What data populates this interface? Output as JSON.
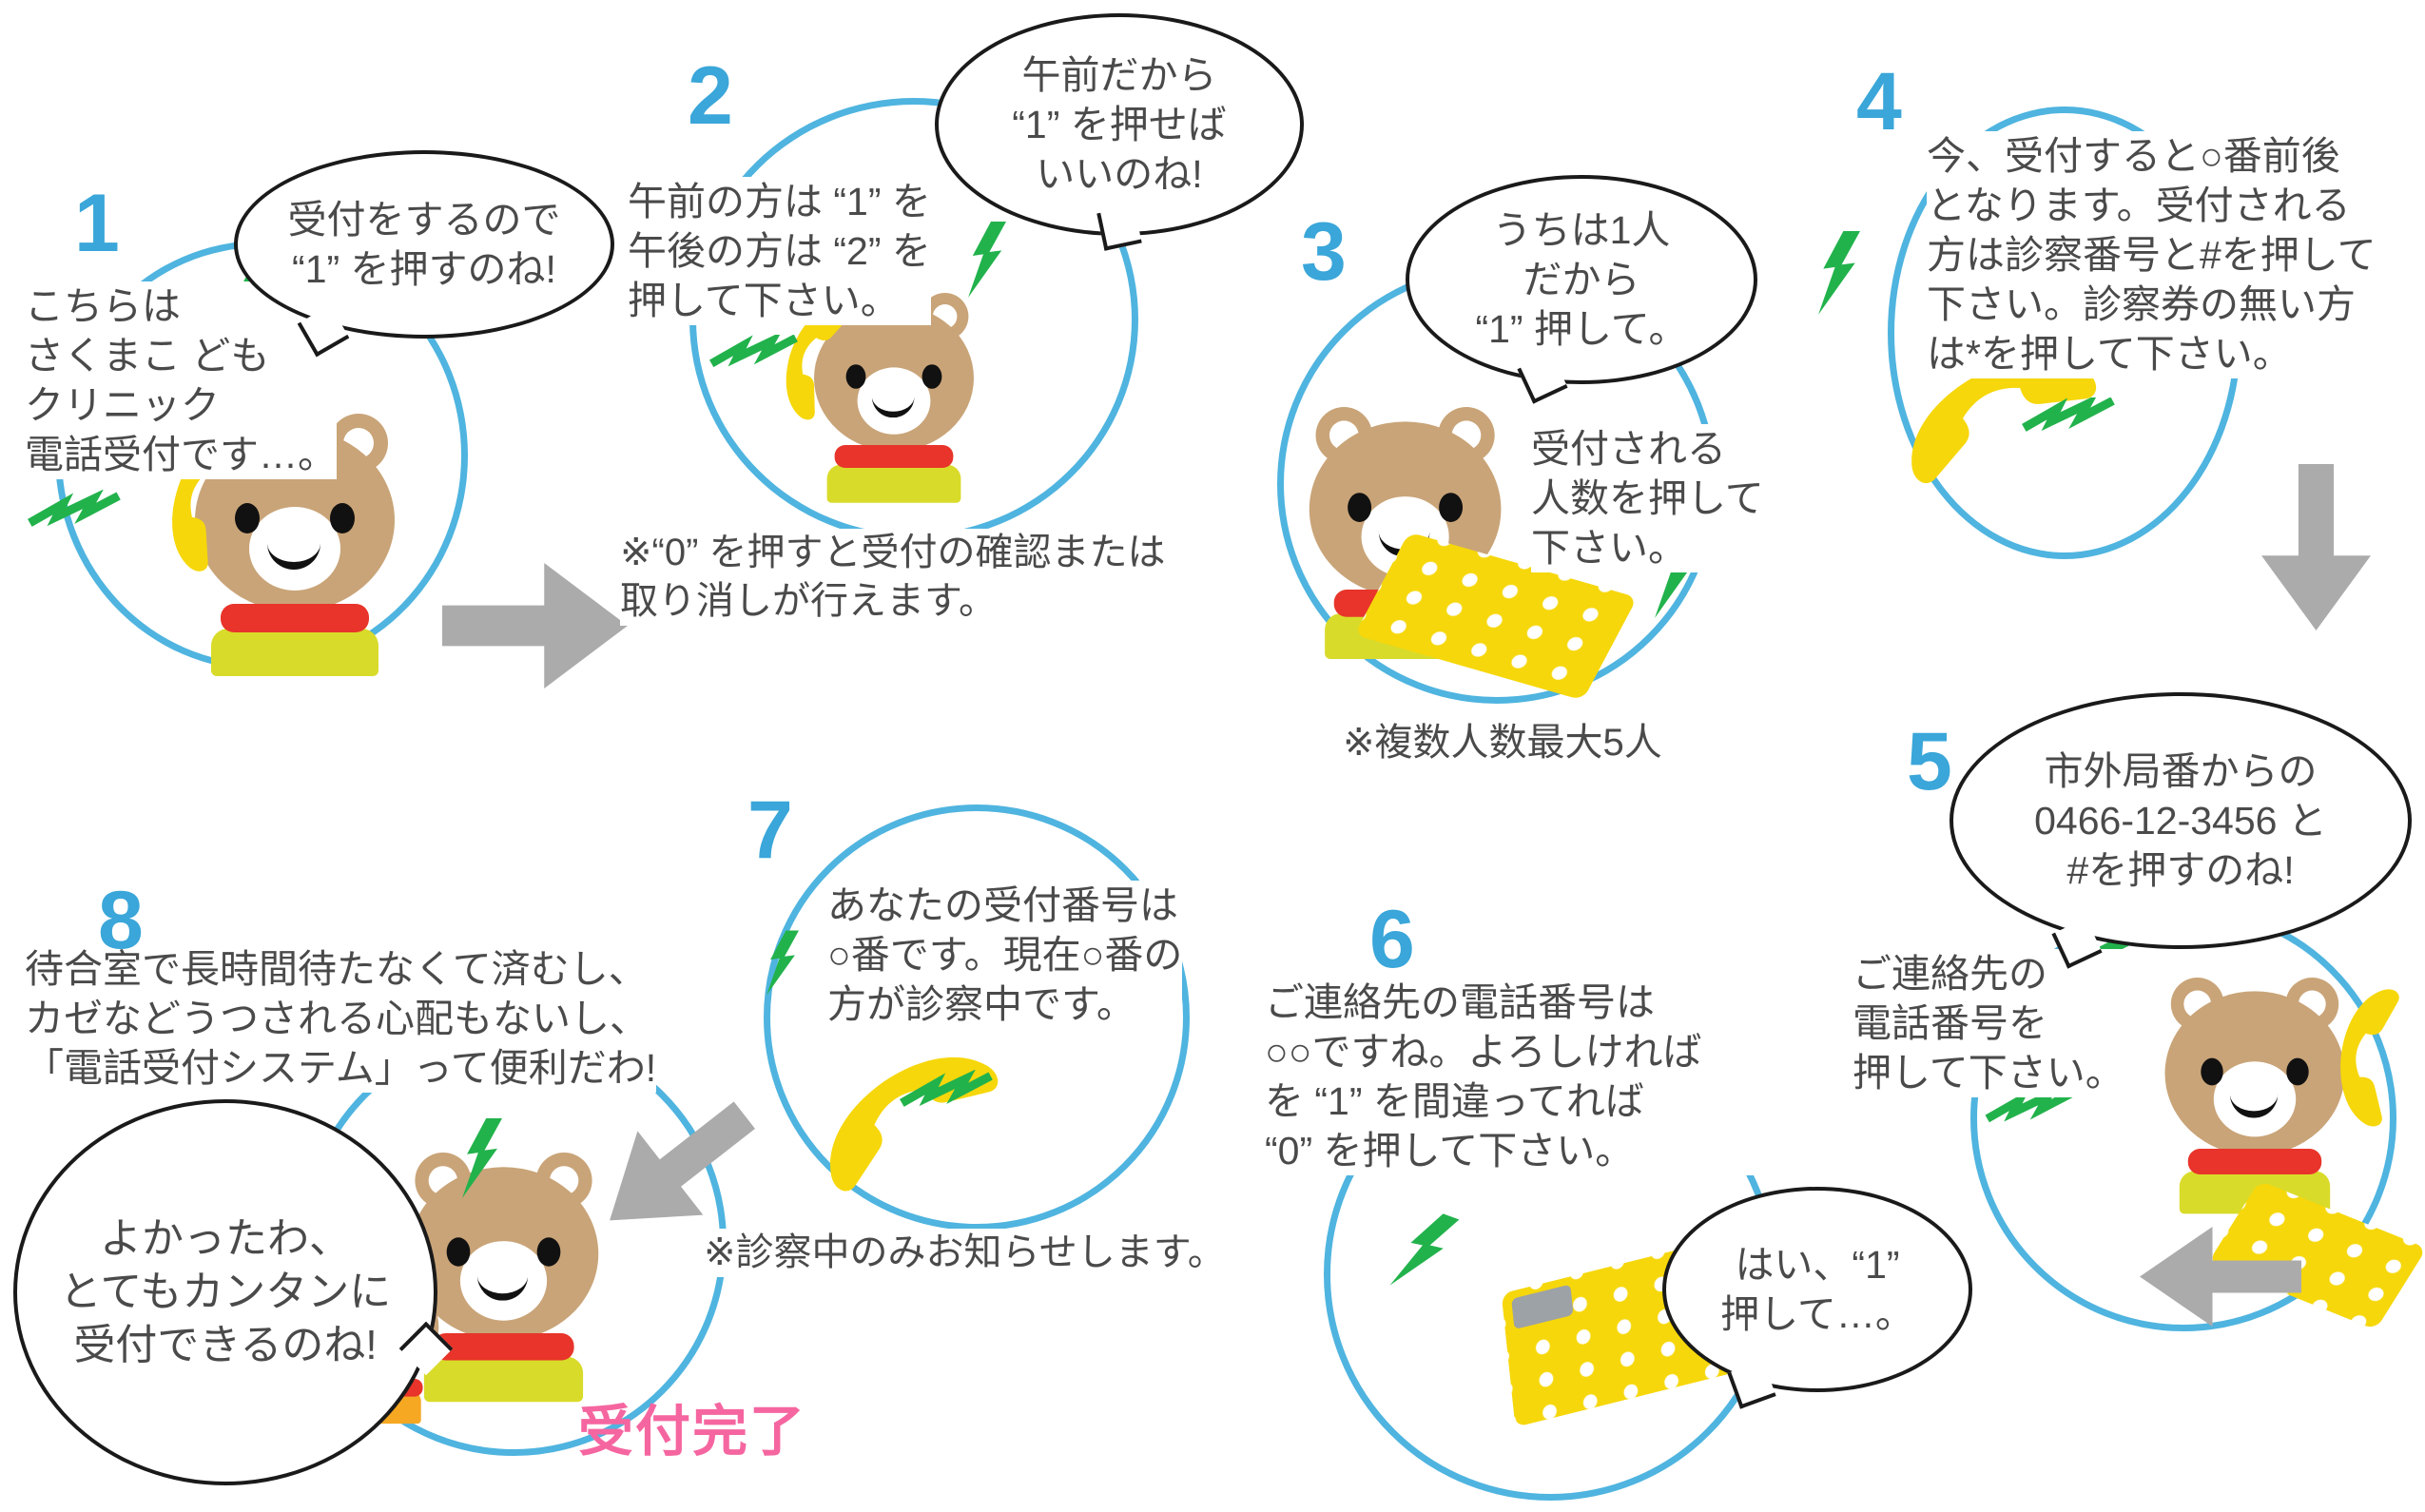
{
  "steps": [
    {
      "num": "1",
      "bubble": "受付をするので\n“1” を押すのね!",
      "caption": "こちらは\nさくまこ ども\nクリニック\n電話受付です…。"
    },
    {
      "num": "2",
      "caption": "午前の方は “1” を\n午後の方は “2” を\n押して下さい。",
      "bubble": "午前だから\n“1” を押せば\nいいのね!",
      "note": "※“0” を押すと受付の確認または\n取り消しが行えます。"
    },
    {
      "num": "3",
      "bubble": "うちは1人\nだから\n“1” 押して。",
      "caption": "受付される\n人数を押して\n下さい。",
      "note": "※複数人数最大5人"
    },
    {
      "num": "4",
      "caption": "今、受付すると○番前後\nとなります。受付される\n方は診察番号と#を押して\n下さい。診察券の無い方\nは*を押して下さい。"
    },
    {
      "num": "5",
      "bubble": "市外局番からの\n0466-12-3456 と\n#を押すのね!",
      "caption": "ご連絡先の\n電話番号を\n押して下さい。"
    },
    {
      "num": "6",
      "caption": "ご連絡先の電話番号は\n○○ですね。よろしければ\nを “1” を間違ってれば\n“0” を押して下さい。",
      "bubble": "はい、“1”\n押して…。"
    },
    {
      "num": "7",
      "caption": "あなたの受付番号は\n○番です。現在○番の\n方が診察中です。",
      "note": "※診察中のみお知らせします。"
    },
    {
      "num": "8",
      "caption": "待合室で長時間待たなくて済むし、\nカゼなどうつされる心配もないし、\n「電話受付システム」って便利だわ!",
      "bubble": "よかったわ、\nとてもカンタンに\n受付できるのね!"
    }
  ],
  "final_label": "受付完了",
  "colors": {
    "step_number": "#3AA6D9",
    "circle": "#4FB4DF",
    "lightning_green": "#22B24C",
    "arrow_gray": "#ABABAB",
    "completion_pink": "#F566A0",
    "text": "#4A4A4A",
    "bear_fur": "#C9A478",
    "phone_yellow": "#F6D70B",
    "scarf_red": "#E8342A"
  }
}
